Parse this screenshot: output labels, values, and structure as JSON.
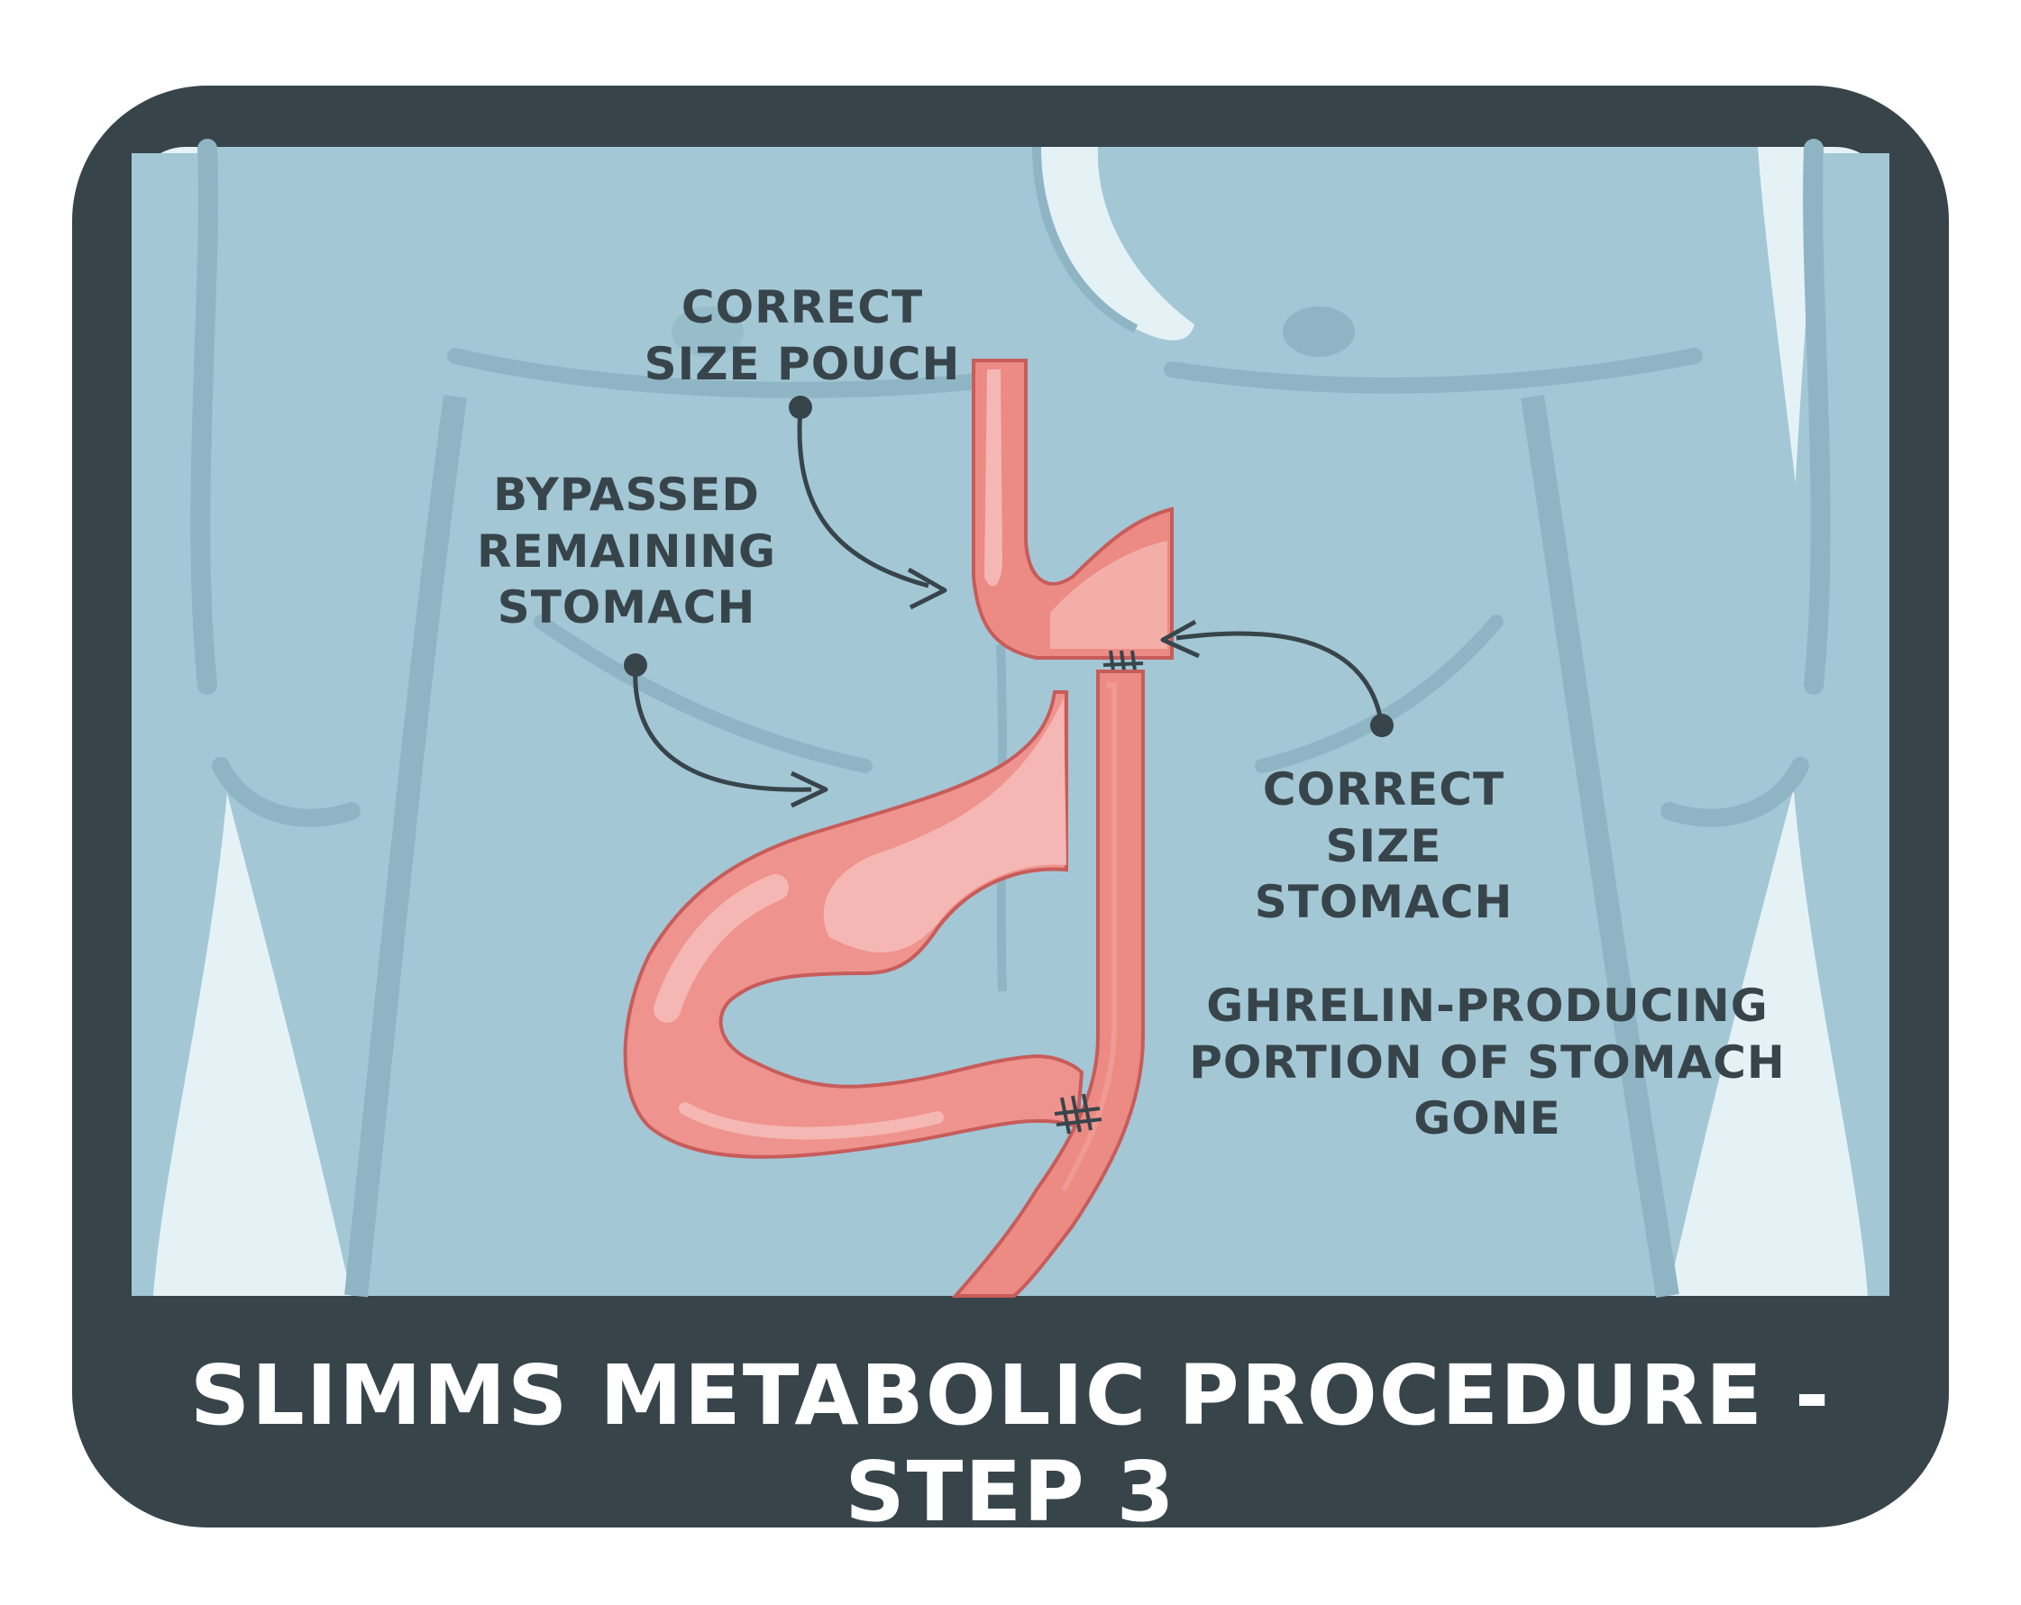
{
  "title": "SLIMMS METABOLIC PROCEDURE - STEP 3",
  "labels": {
    "pouch": [
      "CORRECT",
      "SIZE POUCH"
    ],
    "bypassed": [
      "BYPASSED",
      "REMAINING",
      "STOMACH"
    ],
    "stomach": [
      "CORRECT",
      "SIZE STOMACH"
    ],
    "ghrelin": [
      "GHRELIN-PRODUCING",
      "PORTION OF STOMACH",
      "GONE"
    ]
  },
  "colors": {
    "frame": "#37454b",
    "body": "#a3c7d5",
    "body_shadow": "#8fb5c5",
    "background_light": "#e4f2f6",
    "organ": "#ec8a84",
    "organ_light": "#f2aaa6",
    "organ_outline": "#c85c5a"
  }
}
